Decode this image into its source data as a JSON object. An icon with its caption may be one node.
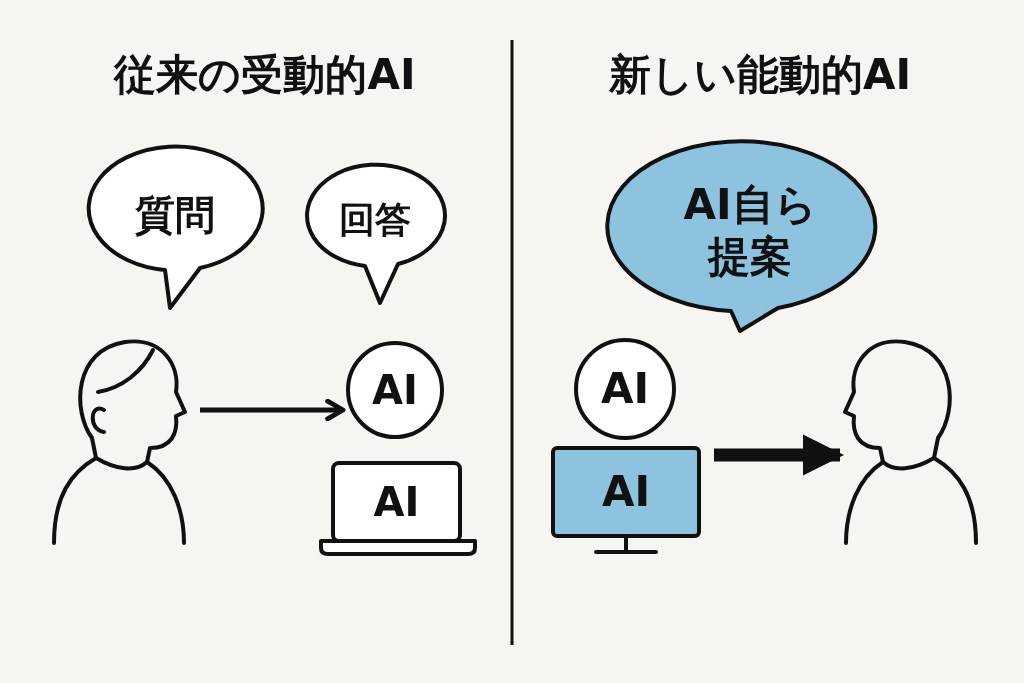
{
  "diagram": {
    "nodes": [
      {
        "text": [
          "質問"
        ]
      },
      {
        "text": [
          "回答"
        ]
      },
      {
        "text": [],
        "shape": "person"
      },
      {
        "text": [
          "AI"
        ]
      },
      {
        "text": [
          "AI"
        ]
      },
      {
        "text": [
          "AI自ら提案"
        ]
      },
      {
        "text": [
          "AI"
        ]
      },
      {
        "text": [
          "AI"
        ]
      },
      {
        "text": [],
        "shape": "person"
      }
    ],
    "edges": [
      {
        "from": 2,
        "to": 3,
        "arrow": "to"
      },
      {
        "from": 7,
        "to": 8,
        "arrow": "to",
        "style": "thick"
      }
    ],
    "labels": [
      "従来の受動的AI",
      "新しい能動的AI"
    ]
  }
}
